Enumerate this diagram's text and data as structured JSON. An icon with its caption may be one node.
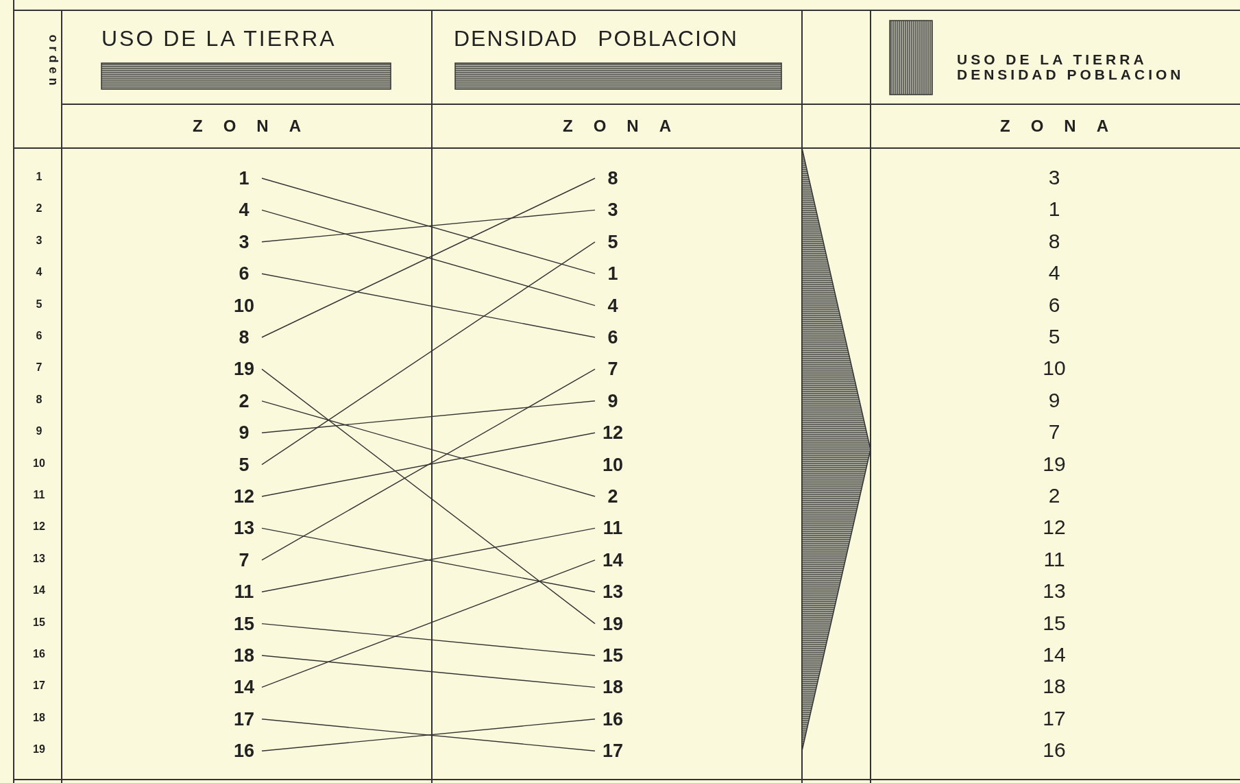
{
  "diagram": {
    "nodes": [
      {
        "text": [
          "1"
        ]
      },
      {
        "text": [
          "4"
        ]
      },
      {
        "text": [
          "3"
        ]
      },
      {
        "text": [
          "6"
        ]
      },
      {
        "text": [
          "10"
        ]
      },
      {
        "text": [
          "8"
        ]
      },
      {
        "text": [
          "19"
        ]
      },
      {
        "text": [
          "2"
        ]
      },
      {
        "text": [
          "9"
        ]
      },
      {
        "text": [
          "5"
        ]
      },
      {
        "text": [
          "12"
        ]
      },
      {
        "text": [
          "13"
        ]
      },
      {
        "text": [
          "7"
        ]
      },
      {
        "text": [
          "11"
        ]
      },
      {
        "text": [
          "15"
        ]
      },
      {
        "text": [
          "18"
        ]
      },
      {
        "text": [
          "14"
        ]
      },
      {
        "text": [
          "17"
        ]
      },
      {
        "text": [
          "16"
        ]
      },
      {
        "text": [
          "8"
        ]
      },
      {
        "text": [
          "3"
        ]
      },
      {
        "text": [
          "5"
        ]
      },
      {
        "text": [
          "1"
        ]
      },
      {
        "text": [
          "4"
        ]
      },
      {
        "text": [
          "6"
        ]
      },
      {
        "text": [
          "7"
        ]
      },
      {
        "text": [
          "9"
        ]
      },
      {
        "text": [
          "12"
        ]
      },
      {
        "text": [
          "10"
        ]
      },
      {
        "text": [
          "2"
        ]
      },
      {
        "text": [
          "11"
        ]
      },
      {
        "text": [
          "14"
        ]
      },
      {
        "text": [
          "13"
        ]
      },
      {
        "text": [
          "19"
        ]
      },
      {
        "text": [
          "15"
        ]
      },
      {
        "text": [
          "18"
        ]
      },
      {
        "text": [
          "16"
        ]
      },
      {
        "text": [
          "17"
        ]
      },
      {
        "text": [],
        "shape": "bar"
      },
      {
        "text": [],
        "shape": "bar"
      },
      {
        "text": [],
        "shape": "bar"
      },
      {
        "text": [],
        "shape": "triangle"
      }
    ],
    "edges": [
      {
        "from": 0,
        "to": 22,
        "arrow": "none"
      },
      {
        "from": 1,
        "to": 23,
        "arrow": "none"
      },
      {
        "from": 2,
        "to": 20,
        "arrow": "none"
      },
      {
        "from": 3,
        "to": 24,
        "arrow": "none"
      },
      {
        "from": 5,
        "to": 19,
        "arrow": "none"
      },
      {
        "from": 6,
        "to": 33,
        "arrow": "none"
      },
      {
        "from": 7,
        "to": 29,
        "arrow": "none"
      },
      {
        "from": 8,
        "to": 26,
        "arrow": "none"
      },
      {
        "from": 9,
        "to": 21,
        "arrow": "none"
      },
      {
        "from": 10,
        "to": 27,
        "arrow": "none"
      },
      {
        "from": 11,
        "to": 32,
        "arrow": "none"
      },
      {
        "from": 12,
        "to": 25,
        "arrow": "none"
      },
      {
        "from": 13,
        "to": 30,
        "arrow": "none"
      },
      {
        "from": 14,
        "to": 34,
        "arrow": "none"
      },
      {
        "from": 15,
        "to": 35,
        "arrow": "none"
      },
      {
        "from": 16,
        "to": 31,
        "arrow": "none"
      },
      {
        "from": 17,
        "to": 37,
        "arrow": "none"
      },
      {
        "from": 18,
        "to": 36,
        "arrow": "none"
      }
    ],
    "labels": [
      "orden",
      "USO DE LA TIERRA",
      "DENSIDAD POBLACION",
      "USO DE LA TIERRA DENSIDAD POBLACION",
      "ZONA",
      "ZONA",
      "ZONA",
      "1",
      "2",
      "3",
      "4",
      "5",
      "6",
      "7",
      "8",
      "9",
      "10",
      "11",
      "12",
      "13",
      "14",
      "15",
      "16",
      "17",
      "18",
      "19",
      "3",
      "1",
      "8",
      "4",
      "6",
      "5",
      "10",
      "9",
      "7",
      "19",
      "2",
      "12",
      "11",
      "13",
      "15",
      "14",
      "18",
      "17",
      "16"
    ]
  }
}
